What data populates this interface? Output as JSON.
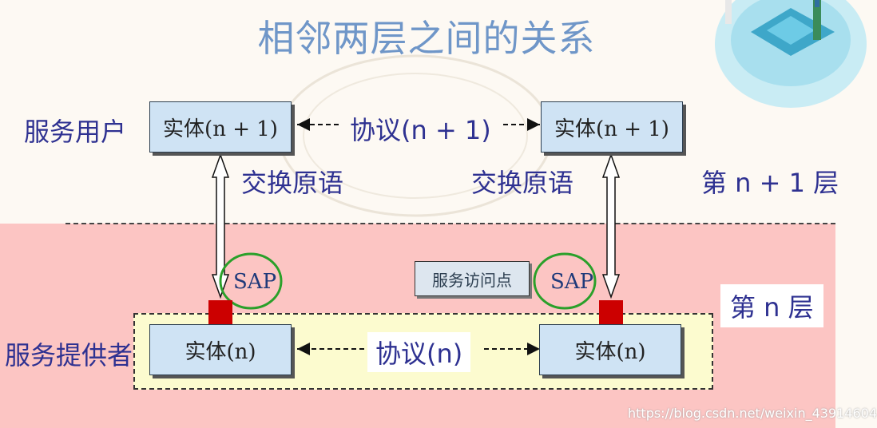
{
  "title": "相邻两层之间的关系",
  "labels": {
    "service_user": "服务用户",
    "service_provider": "服务提供者",
    "primitive_left": "交换原语",
    "primitive_right": "交换原语",
    "layer_n_plus_1": "第 n + 1 层",
    "layer_n": "第 n 层",
    "sap_left": "SAP",
    "sap_right": "SAP",
    "service_access_point": "服务访问点",
    "watermark": "https://blog.csdn.net/weixin_43914604"
  },
  "entities": {
    "top_left": "实体(n + 1)",
    "top_right": "实体(n + 1)",
    "bottom_left": "实体(n)",
    "bottom_right": "实体(n)"
  },
  "protocols": {
    "upper": "协议(n + 1)",
    "lower": "协议(n)"
  },
  "colors": {
    "title": "#6f96c8",
    "label_text": "#2e3191",
    "entity_fill": "#cfe3f4",
    "lower_region": "#fcc5c3",
    "provider_band": "#fcfbcf",
    "sap_circle": "#2aa02a",
    "sap_square": "#cc0000"
  }
}
